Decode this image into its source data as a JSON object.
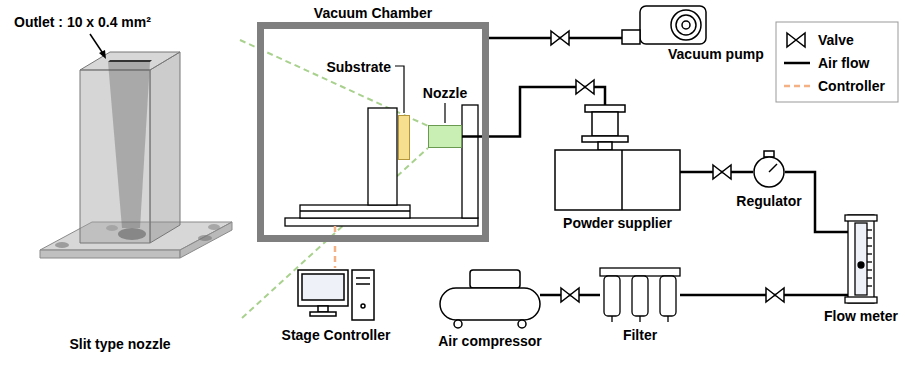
{
  "diagram": {
    "nodes": [
      {
        "text": [
          "Vacuum Chamber"
        ]
      },
      {
        "text": [
          "Substrate"
        ],
        "in": 0
      },
      {
        "text": [
          "Nozzle"
        ],
        "in": 0
      },
      {
        "text": [
          "Vacuum pump"
        ]
      },
      {
        "text": [
          "Powder supplier"
        ]
      },
      {
        "text": [
          "Regulator"
        ]
      },
      {
        "text": [
          "Flow meter"
        ]
      },
      {
        "text": [
          "Filter"
        ]
      },
      {
        "text": [
          "Air compressor"
        ]
      },
      {
        "text": [
          "Stage Controller"
        ]
      }
    ],
    "edges": [
      {
        "from": 0,
        "to": 3,
        "arrow": "none"
      },
      {
        "from": 8,
        "to": 7,
        "arrow": "none"
      },
      {
        "from": 7,
        "to": 6,
        "arrow": "none"
      },
      {
        "from": 6,
        "to": 5,
        "arrow": "none"
      },
      {
        "from": 5,
        "to": 4,
        "arrow": "none"
      },
      {
        "from": 4,
        "to": 2,
        "arrow": "none"
      }
    ],
    "labels": [
      "Outlet : 10 x 0.4 mm²",
      "Slit type nozzle"
    ],
    "legend": [
      {
        "text": "Valve"
      },
      {
        "text": "Air flow"
      },
      {
        "text": "Controller"
      }
    ]
  }
}
